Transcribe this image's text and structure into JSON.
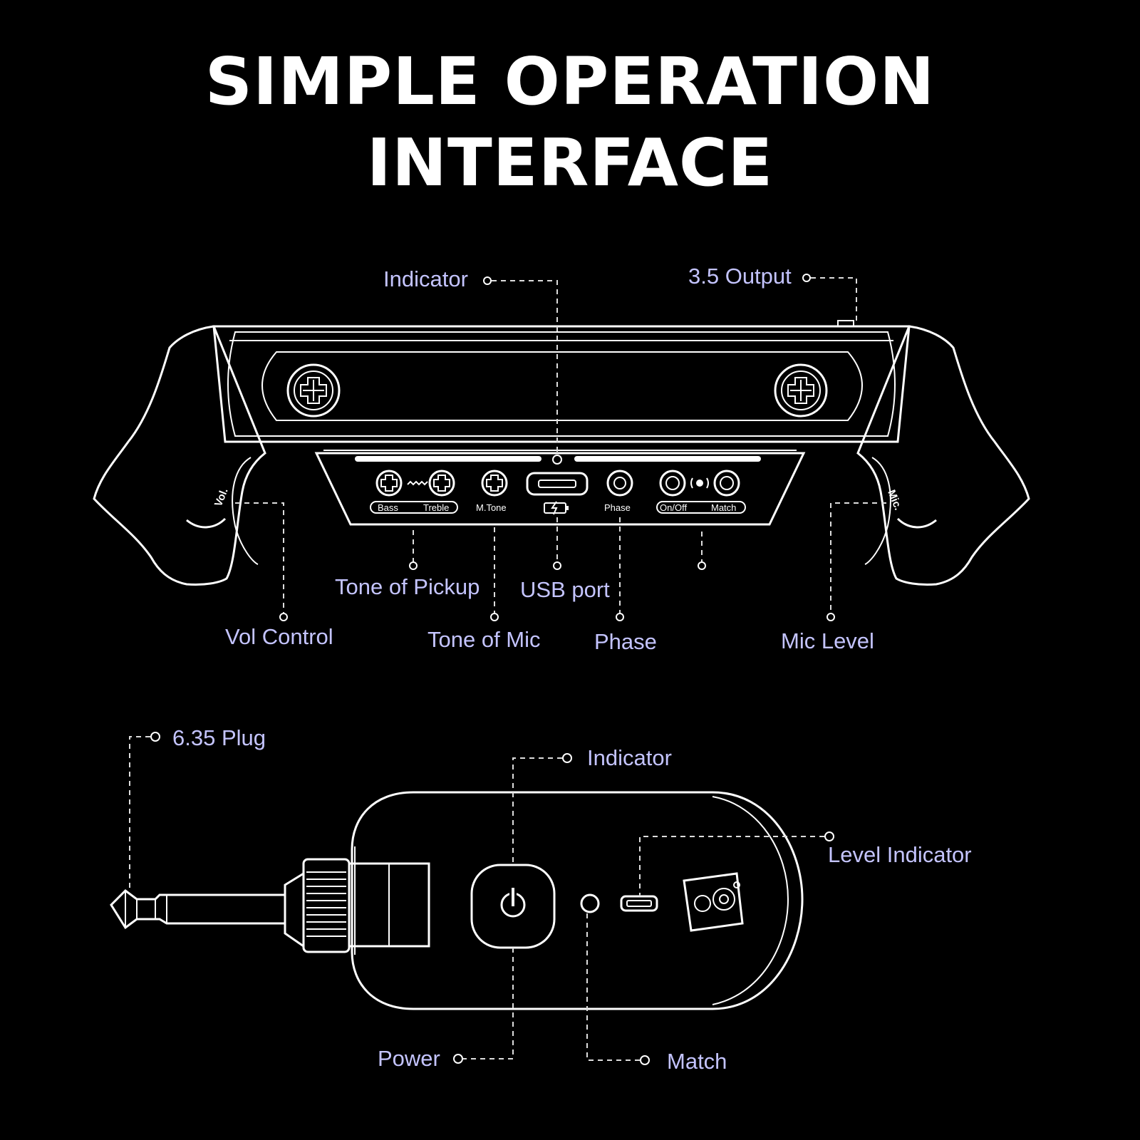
{
  "title": {
    "line1": "SIMPLE OPERATION",
    "line2": "INTERFACE"
  },
  "receiver": {
    "callouts": {
      "indicator": "Indicator",
      "output_35": "3.5 Output",
      "tone_of_pickup": "Tone of Pickup",
      "usb_port": "USB port",
      "vol_control": "Vol Control",
      "tone_of_mic": "Tone of Mic",
      "phase": "Phase",
      "mic_level": "Mic Level"
    },
    "panel_labels": {
      "bass": "Bass",
      "treble": "Treble",
      "m_tone": "M.Tone",
      "phase": "Phase",
      "on_off": "On/Off",
      "match": "Match",
      "vol": "Vol.",
      "mic": "Mic."
    }
  },
  "transmitter": {
    "callouts": {
      "plug": "6.35 Plug",
      "indicator": "Indicator",
      "level_indicator": "Level Indicator",
      "power": "Power",
      "match": "Match"
    }
  },
  "colors": {
    "background": "#000000",
    "line_art": "#ffffff",
    "label_text": "#c4c4ff"
  }
}
